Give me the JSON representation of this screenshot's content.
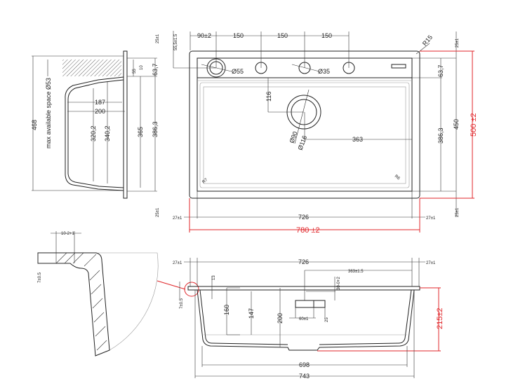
{
  "colors": {
    "line": "#222222",
    "accent": "#e0262a"
  },
  "top_view": {
    "d90": "90±2",
    "d150a": "150",
    "d150b": "150",
    "d150c": "150",
    "d55_5": "55,5±1.5",
    "hole55": "Ø55",
    "hole35": "Ø35",
    "r15": "R15",
    "d116": "116",
    "d90dia": "Ø90",
    "d116dia": "Ø116",
    "d363": "363",
    "r7": "R7",
    "r6": "R6",
    "d63_7": "63,7",
    "d386_3": "386,3",
    "d450": "450",
    "d500": "500 ±2",
    "d25top": "25±1",
    "d25bot": "25±1",
    "d27l": "27±1",
    "d726": "726",
    "d27r": "27±1",
    "d780": "780 ±2"
  },
  "side_view": {
    "d468": "468",
    "max_space": "max available space Ø53",
    "d187": "187",
    "d200": "200",
    "d320_2": "320,2",
    "d340_2": "340,2",
    "d365": "365",
    "d386_3": "386,3",
    "d55": "55",
    "d10": "10",
    "d63_7": "63,7",
    "d25top": "25±1",
    "d25bot": "25±1"
  },
  "detail_view": {
    "d10": "10-2+1",
    "d7": "7±0.5"
  },
  "front_view": {
    "d27l": "27±1",
    "d726": "726",
    "d27r": "27±1",
    "d363": "363±1.5",
    "d30": "30-0+2",
    "d13": "13",
    "d7": "7±0.5",
    "d160": "160",
    "d147": "147",
    "d200": "200",
    "d60": "60±1",
    "d25": "25",
    "d215": "215±2",
    "d698": "698",
    "d743": "743"
  }
}
